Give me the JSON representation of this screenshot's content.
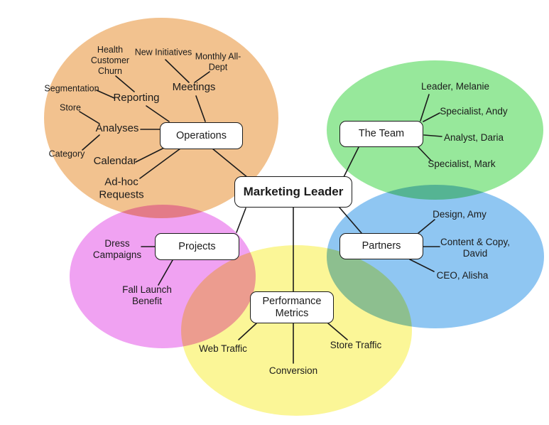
{
  "diagram": {
    "title": "Marketing Leader mind map",
    "ink_color": "#1b1b1b",
    "node_fill": "#ffffff",
    "center": {
      "label": "Marketing Leader"
    },
    "branches": {
      "operations": {
        "label": "Operations",
        "color": "#f2c28f",
        "nodes": {
          "health_customer_churn": "Health\nCustomer\nChurn",
          "new_initiatives": "New Initiatives",
          "monthly_all_dept": "Monthly All-\nDept",
          "segmentation": "Segmentation",
          "reporting": "Reporting",
          "meetings": "Meetings",
          "store": "Store",
          "analyses": "Analyses",
          "category": "Category",
          "calendar": "Calendar",
          "ad_hoc_requests": "Ad-hoc\nRequests"
        }
      },
      "team": {
        "label": "The Team",
        "color": "#97e89b",
        "nodes": {
          "leader_melanie": "Leader, Melanie",
          "specialist_andy": "Specialist, Andy",
          "analyst_daria": "Analyst, Daria",
          "specialist_mark": "Specialist, Mark"
        }
      },
      "partners": {
        "label": "Partners",
        "color": "#8fc6f2",
        "nodes": {
          "design_amy": "Design, Amy",
          "content_copy_david": "Content & Copy,\nDavid",
          "ceo_alisha": "CEO, Alisha"
        }
      },
      "projects": {
        "label": "Projects",
        "color": "#f0a2f2",
        "nodes": {
          "dress_campaigns": "Dress\nCampaigns",
          "fall_launch_benefit": "Fall Launch\nBenefit"
        }
      },
      "performance": {
        "label": "Performance\nMetrics",
        "color": "#fbf697",
        "nodes": {
          "web_traffic": "Web Traffic",
          "conversion": "Conversion",
          "store_traffic": "Store Traffic"
        }
      }
    }
  }
}
